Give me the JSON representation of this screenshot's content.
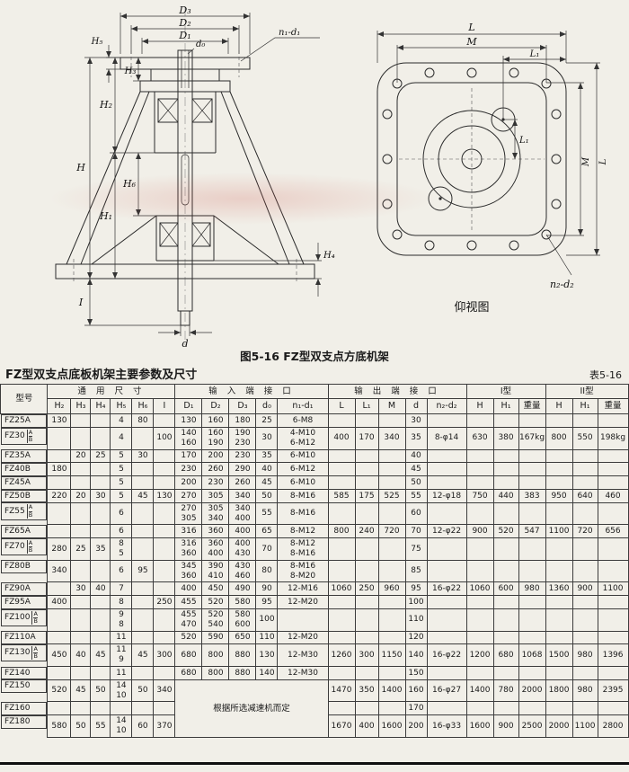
{
  "figure": {
    "caption": "图5-16 FZ型双支点方底机架",
    "bottom_view_label": "仰视图",
    "front_labels": {
      "D3": "D₃",
      "D2": "D₂",
      "D1": "D₁",
      "H5": "H₅",
      "H3": "H₃",
      "H2": "H₂",
      "H": "H",
      "H6": "H₆",
      "H1": "H₁",
      "H4": "H₄",
      "I": "I",
      "d": "d",
      "d0": "d₀",
      "n1d1": "n₁-d₁"
    },
    "bottom_labels": {
      "L_top": "L",
      "M_top": "M",
      "L1_top": "L₁",
      "L1_side": "L₁",
      "M_right": "M",
      "L_right": "L",
      "n2d2": "n₂-d₂"
    }
  },
  "table": {
    "title": "FZ型双支点底板机架主要参数及尺寸",
    "table_no": "表5-16",
    "group_headers": [
      "型号",
      "通 用 尺 寸",
      "输 入 端 接 口",
      "输 出 端 接 口",
      "I型",
      "II型"
    ],
    "sub_headers": [
      "H₂",
      "H₃",
      "H₄",
      "H₅",
      "H₆",
      "I",
      "D₁",
      "D₂",
      "D₃",
      "d₀",
      "n₁-d₁",
      "L",
      "L₁",
      "M",
      "d",
      "n₂-d₂",
      "H",
      "H₁",
      "重量",
      "H",
      "H₁",
      "重量"
    ],
    "note_text": "根据所选减速机而定",
    "rows": [
      {
        "model": "FZ25A",
        "variant": "",
        "cells": [
          "130",
          "",
          "",
          "4",
          "80",
          "",
          "130",
          "160",
          "180",
          "25",
          "6-M8",
          "",
          "",
          "",
          "30",
          "",
          "",
          "",
          "",
          "",
          "",
          ""
        ]
      },
      {
        "model": "FZ30",
        "variant": "A/B",
        "cells": [
          "",
          "",
          "",
          "4",
          "",
          "100",
          "140/160",
          "160/190",
          "190/230",
          "30",
          "4-M10/6-M12",
          "400",
          "170",
          "340",
          "35",
          "8-φ14",
          "630",
          "380",
          "167kg",
          "800",
          "550",
          "198kg"
        ]
      },
      {
        "model": "FZ35A",
        "variant": "",
        "cells": [
          "",
          "20",
          "25",
          "5",
          "30",
          "",
          "170",
          "200",
          "230",
          "35",
          "6-M10",
          "",
          "",
          "",
          "40",
          "",
          "",
          "",
          "",
          "",
          "",
          ""
        ]
      },
      {
        "model": "FZ40B",
        "variant": "",
        "cells": [
          "180",
          "",
          "",
          "5",
          "",
          "",
          "230",
          "260",
          "290",
          "40",
          "6-M12",
          "",
          "",
          "",
          "45",
          "",
          "",
          "",
          "",
          "",
          "",
          ""
        ]
      },
      {
        "model": "FZ45A",
        "variant": "",
        "cells": [
          "",
          "",
          "",
          "5",
          "",
          "",
          "200",
          "230",
          "260",
          "45",
          "6-M10",
          "",
          "",
          "",
          "50",
          "",
          "",
          "",
          "",
          "",
          "",
          ""
        ]
      },
      {
        "model": "FZ50B",
        "variant": "",
        "cells": [
          "220",
          "20",
          "30",
          "5",
          "45",
          "130",
          "270",
          "305",
          "340",
          "50",
          "8-M16",
          "585",
          "175",
          "525",
          "55",
          "12-φ18",
          "750",
          "440",
          "383",
          "950",
          "640",
          "460"
        ]
      },
      {
        "model": "FZ55",
        "variant": "A/B",
        "cells": [
          "",
          "",
          "",
          "6",
          "",
          "",
          "270/305",
          "305/340",
          "340/400",
          "55",
          "8-M16",
          "",
          "",
          "",
          "60",
          "",
          "",
          "",
          "",
          "",
          "",
          ""
        ]
      },
      {
        "model": "FZ65A",
        "variant": "",
        "cells": [
          "",
          "",
          "",
          "6",
          "",
          "",
          "316",
          "360",
          "400",
          "65",
          "8-M12",
          "800",
          "240",
          "720",
          "70",
          "12-φ22",
          "900",
          "520",
          "547",
          "1100",
          "720",
          "656"
        ]
      },
      {
        "model": "FZ70",
        "variant": "A/B",
        "cells": [
          "280",
          "25",
          "35",
          "8/5",
          "",
          "",
          "316/360",
          "360/400",
          "400/430",
          "70",
          "8-M12/8-M16",
          "",
          "",
          "",
          "75",
          "",
          "",
          "",
          "",
          "",
          "",
          ""
        ]
      },
      {
        "model": "FZ80B",
        "variant": "",
        "cells": [
          "340",
          "",
          "",
          "6",
          "95",
          "",
          "345/360",
          "390/410",
          "430/460",
          "80",
          "8-M16/8-M20",
          "",
          "",
          "",
          "85",
          "",
          "",
          "",
          "",
          "",
          "",
          ""
        ]
      },
      {
        "model": "FZ90A",
        "variant": "",
        "cells": [
          "",
          "30",
          "40",
          "7",
          "",
          "",
          "400",
          "450",
          "490",
          "90",
          "12-M16",
          "1060",
          "250",
          "960",
          "95",
          "16-φ22",
          "1060",
          "600",
          "980",
          "1360",
          "900",
          "1100"
        ]
      },
      {
        "model": "FZ95A",
        "variant": "",
        "cells": [
          "400",
          "",
          "",
          "8",
          "",
          "250",
          "455",
          "520",
          "580",
          "95",
          "12-M20",
          "",
          "",
          "",
          "100",
          "",
          "",
          "",
          "",
          "",
          "",
          ""
        ]
      },
      {
        "model": "FZ100",
        "variant": "A/B",
        "cells": [
          "",
          "",
          "",
          "9/8",
          "",
          "",
          "455/470",
          "520/540",
          "580/600",
          "100",
          "",
          "",
          "",
          "",
          "110",
          "",
          "",
          "",
          "",
          "",
          "",
          ""
        ]
      },
      {
        "model": "FZ110A",
        "variant": "",
        "cells": [
          "",
          "",
          "",
          "11",
          "",
          "",
          "520",
          "590",
          "650",
          "110",
          "12-M20",
          "",
          "",
          "",
          "120",
          "",
          "",
          "",
          "",
          "",
          "",
          ""
        ]
      },
      {
        "model": "FZ130",
        "variant": "A/B",
        "cells": [
          "450",
          "40",
          "45",
          "11/9",
          "45",
          "300",
          "680",
          "800",
          "880",
          "130",
          "12-M30",
          "1260",
          "300",
          "1150",
          "140",
          "16-φ22",
          "1200",
          "680",
          "1068",
          "1500",
          "980",
          "1396"
        ]
      },
      {
        "model": "FZ140",
        "variant": "",
        "cells": [
          "",
          "",
          "",
          "11",
          "",
          "",
          "680",
          "800",
          "880",
          "140",
          "12-M30",
          "",
          "",
          "",
          "150",
          "",
          "",
          "",
          "",
          "",
          "",
          ""
        ]
      },
      {
        "model": "FZ150",
        "variant": "",
        "cells": [
          "520",
          "45",
          "50",
          "14/10",
          "50",
          "340",
          "@note",
          "1470",
          "350",
          "1400",
          "160",
          "16-φ27",
          "1400",
          "780",
          "2000",
          "1800",
          "980",
          "2395"
        ]
      },
      {
        "model": "FZ160",
        "variant": "",
        "cells": [
          "",
          "",
          "",
          "",
          "",
          "",
          "",
          "",
          "",
          "170",
          "",
          "",
          "",
          "",
          "",
          "",
          ""
        ]
      },
      {
        "model": "FZ180",
        "variant": "",
        "cells": [
          "580",
          "50",
          "55",
          "14/10",
          "60",
          "370",
          "1670",
          "400",
          "1600",
          "200",
          "16-φ33",
          "1600",
          "900",
          "2500",
          "2000",
          "1100",
          "2800"
        ]
      }
    ]
  }
}
